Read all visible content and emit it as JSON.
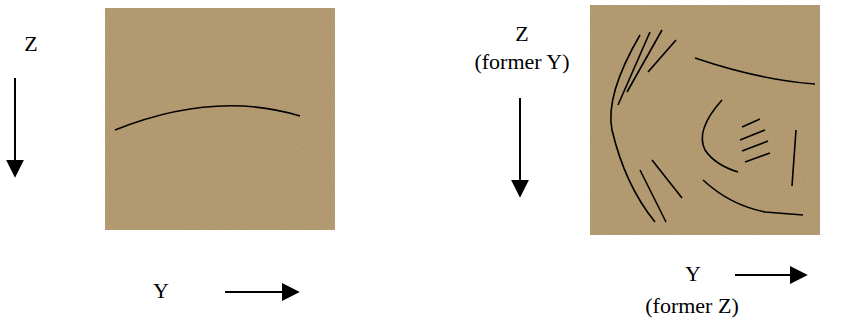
{
  "diagram": {
    "labels": [
      "Z",
      "Y",
      "Z",
      "(former Y)",
      "Y",
      "(former Z)"
    ]
  }
}
